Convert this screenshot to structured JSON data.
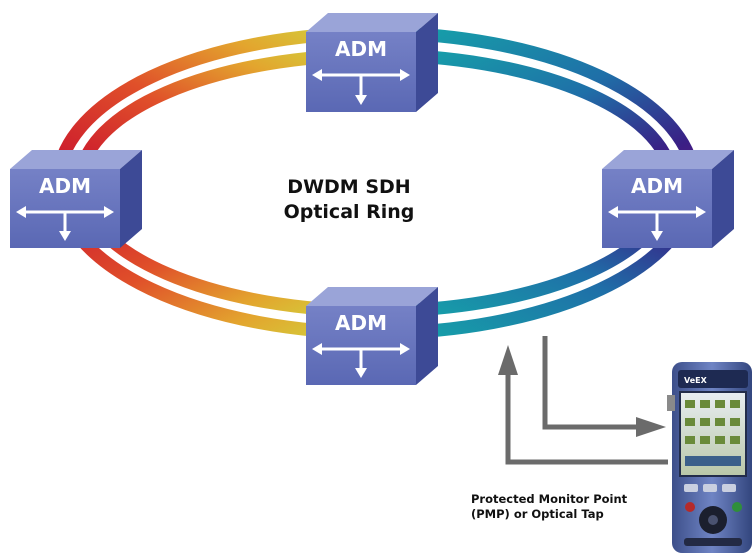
{
  "ring": {
    "title_line1": "DWDM SDH",
    "title_line2": "Optical Ring"
  },
  "nodes": [
    {
      "id": "top",
      "label": "ADM"
    },
    {
      "id": "left",
      "label": "ADM"
    },
    {
      "id": "right",
      "label": "ADM"
    },
    {
      "id": "bottom",
      "label": "ADM"
    }
  ],
  "monitor": {
    "caption_line1": "Protected Monitor Point",
    "caption_line2": "(PMP) or Optical Tap"
  },
  "device": {
    "brand": "VeEX"
  },
  "colors": {
    "cube_front": "#6674bd",
    "cube_side": "#3d4a96",
    "cube_top": "#9aa4d8",
    "arrow_gray": "#6b6b6b",
    "ring_warm": "#d21c2a",
    "ring_yellow": "#d6d43a",
    "ring_cyan": "#1ea3b0",
    "ring_purple": "#45187a"
  }
}
